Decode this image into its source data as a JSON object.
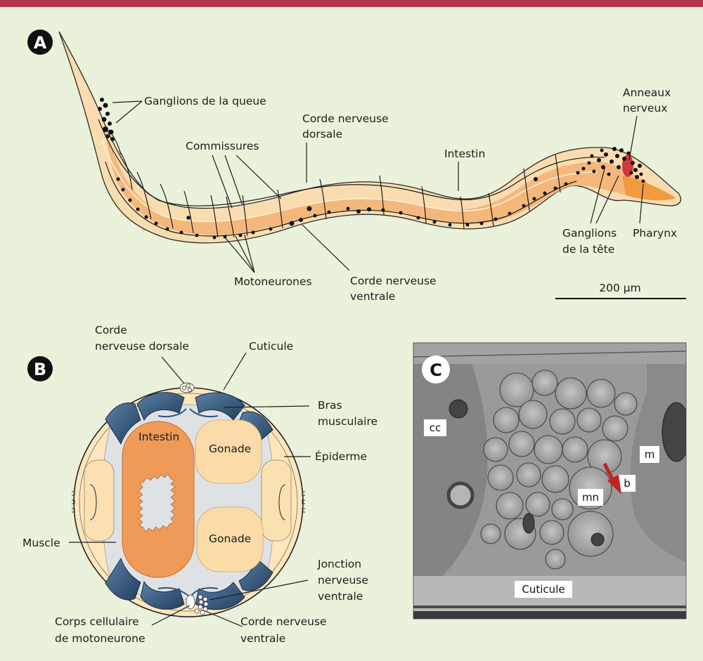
{
  "colors": {
    "background": "#eaf2dc",
    "top_bar": "#b0374c",
    "worm_body": "#f9ddb0",
    "worm_gut": "#f2ab6c",
    "muscle": "#2f557e",
    "intestine": "#f09a58",
    "gonad": "#fbdca8",
    "arrow_red": "#c42121"
  },
  "panel_a": {
    "letter": "A",
    "labels": {
      "tail_ganglia": "Ganglions de la queue",
      "commissures": "Commissures",
      "dorsal_cord_1": "Corde nerveuse",
      "dorsal_cord_2": "dorsale",
      "intestine": "Intestin",
      "nerve_ring_1": "Anneaux",
      "nerve_ring_2": "nerveux",
      "head_ganglia_1": "Ganglions",
      "head_ganglia_2": "de la tête",
      "pharynx": "Pharynx",
      "motoneurons": "Motoneurones",
      "ventral_cord_1": "Corde nerveuse",
      "ventral_cord_2": "ventrale",
      "scale_bar": "200 μm"
    }
  },
  "panel_b": {
    "letter": "B",
    "labels": {
      "dorsal_cord_1": "Corde",
      "dorsal_cord_2": "nerveuse dorsale",
      "cuticle": "Cuticule",
      "muscle_arm_1": "Bras",
      "muscle_arm_2": "musculaire",
      "intestine": "Intestin",
      "gonad_top": "Gonade",
      "gonad_bottom": "Gonade",
      "epidermis": "Épiderme",
      "muscle": "Muscle",
      "nmj_1": "Jonction",
      "nmj_2": "nerveuse",
      "nmj_3": "ventrale",
      "cell_body_1": "Corps cellulaire",
      "cell_body_2": "de motoneurone",
      "ventral_cord_1": "Corde nerveuse",
      "ventral_cord_2": "ventrale"
    }
  },
  "panel_c": {
    "letter": "C",
    "labels": {
      "cc": "cc",
      "m": "m",
      "b": "b",
      "mn": "mn",
      "cuticle": "Cuticule"
    }
  }
}
